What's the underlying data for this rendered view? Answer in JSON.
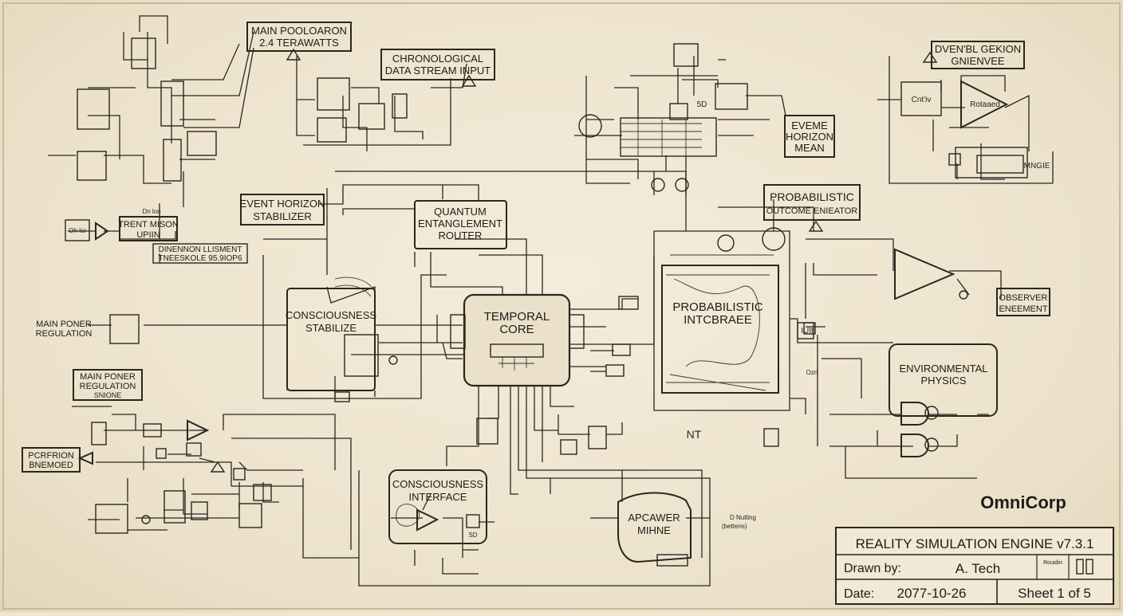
{
  "blocks": {
    "main_power_2_4": [
      "MAIN POOLOARON",
      "2.4 TERAWATTS"
    ],
    "chronological": [
      "CHRONOLOGICAL",
      "DATA STREAM INPUT"
    ],
    "event_horizon_stabilizer": [
      "EVENT HORIZON",
      "STABILIZER"
    ],
    "quantum_router": [
      "QUANTUM",
      "ENTANGLEMENT",
      "ROUTER"
    ],
    "trent_mison": [
      "TRENT MISON",
      "UPIIN"
    ],
    "dimension_threshold": [
      "DINENNON LLISMENT",
      "TNEESKOLE 95.9IOP6"
    ],
    "consciousness_stabilize": [
      "CONSCIOUSNESS",
      "STABILIZE"
    ],
    "temporal_core": [
      "TEMPORAL",
      "CORE"
    ],
    "probabilistic_interface": [
      "PROBABILISTIC",
      "INTCBRAEE"
    ],
    "probabilistic_outcome": [
      "PROBABILISTIC",
      "OUTCOME ENIEATOR"
    ],
    "observer_element": [
      "OBSERVER",
      "ENEEMENT"
    ],
    "environmental_physics": [
      "ENVIRONMENTAL",
      "PHYSICS"
    ],
    "main_power_regulation_left": [
      "MAIN PONER",
      "REGULATION"
    ],
    "main_power_regulation_box": [
      "MAIN PONER",
      "REGULATION",
      "SNIONE"
    ],
    "perception_bnemoed": [
      "PCRFRION",
      "BNEMOED"
    ],
    "consciousness_interface": [
      "CONSCIOUSNESS",
      "INTERFACE"
    ],
    "apcawer_mine": [
      "APCAWER",
      "MIHNE"
    ],
    "eveme_horizon_mean": [
      "EVEME",
      "HORIZON",
      "MEAN"
    ],
    "event_generator": [
      "DVEN'BL GEKION",
      "GNIENVEE"
    ]
  },
  "small_texts": {
    "rotaaed": "Rotaaed",
    "ontyiv": "Cnt'iv",
    "ohlsr": "Oh Isr",
    "mnng": "MNGIE",
    "dn_lon": "Dn lon",
    "ddpkd": "D Nulting",
    "ddpkd2": "(bettens)",
    "ntr": "NT",
    "sd": "SD",
    "five": "5D",
    "ozr": "Ozn",
    "iuit": "IUIt"
  },
  "brand": "OmniCorp",
  "title_block": {
    "title": "REALITY SIMULATION ENGINE v7.3.1",
    "drawn_by_label": "Drawn by:",
    "drawn_by_value": "A. Tech",
    "date_label": "Date:",
    "date_value": "2077-10-26",
    "sheet": "Sheet 1 of 5",
    "rev_label": "Rouidin"
  },
  "colors": {
    "ink": "#2a2620",
    "paper": "#efe6d2"
  }
}
